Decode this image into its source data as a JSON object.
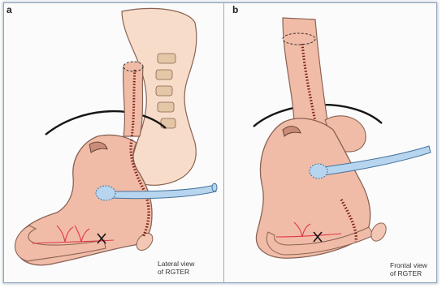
{
  "panel_a": {
    "label": "a",
    "caption_line1": "Lateral view",
    "caption_line2": "of RGTER"
  },
  "panel_b": {
    "label": "b",
    "caption_line1": "Frontal view",
    "caption_line2": "of RGTER"
  },
  "colors": {
    "stomach_fill": "#f1bca7",
    "stomach_outline": "#8a6254",
    "spine_fill": "#f7dcc9",
    "staple_line": "#7a1f17",
    "vessel": "#e0354a",
    "probe_fill": "#b7d5ee",
    "probe_outline": "#46739e",
    "diaphragm": "#151515"
  }
}
